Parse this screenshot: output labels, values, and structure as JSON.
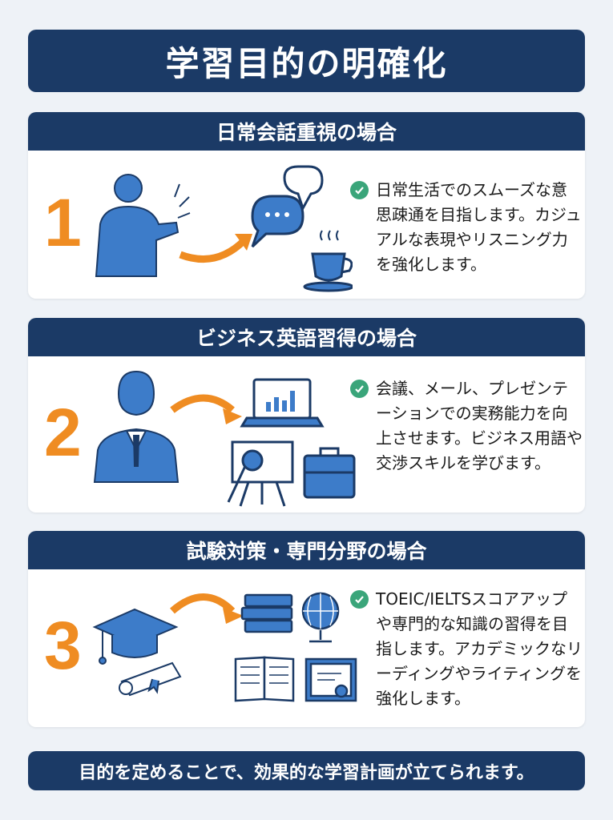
{
  "title": "学習目的の明確化",
  "colors": {
    "navy": "#1b3a66",
    "orange": "#ef8c22",
    "icon_blue": "#3d7cc9",
    "check_green": "#3aa57a",
    "background": "#eef2f7"
  },
  "sections": [
    {
      "number": "1",
      "heading": "日常会話重視の場合",
      "icons": [
        "speaking-person-icon",
        "arrow-icon",
        "speech-bubbles-icon",
        "coffee-cup-icon"
      ],
      "description": "日常生活でのスムーズな意思疎通を目指します。カジュアルな表現やリスニング力を強化します。"
    },
    {
      "number": "2",
      "heading": "ビジネス英語習得の場合",
      "icons": [
        "businessman-icon",
        "arrow-icon",
        "laptop-chart-icon",
        "presentation-board-icon",
        "briefcase-icon"
      ],
      "description": "会議、メール、プレゼンテーションでの実務能力を向上させます。ビジネス用語や交渉スキルを学びます。"
    },
    {
      "number": "3",
      "heading": "試験対策・専門分野の場合",
      "icons": [
        "graduation-cap-icon",
        "diploma-icon",
        "arrow-icon",
        "books-icon",
        "globe-icon",
        "open-book-icon",
        "certificate-icon"
      ],
      "description": "TOEIC/IELTSスコアアップや専門的な知識の習得を目指します。アカデミックなリーディングやライティングを強化します。"
    }
  ],
  "footer": "目的を定めることで、効果的な学習計画が立てられます。"
}
